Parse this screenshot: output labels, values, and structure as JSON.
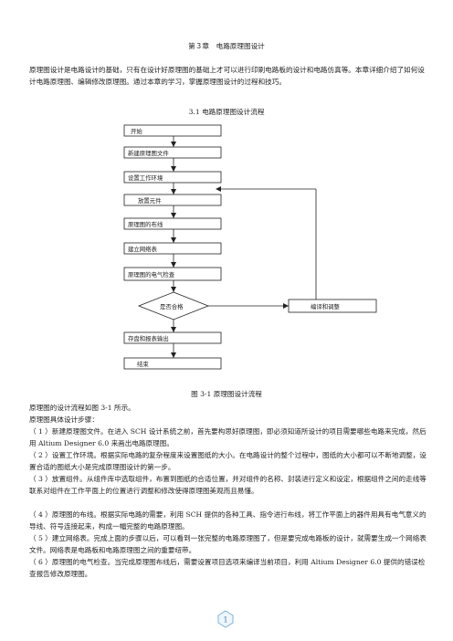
{
  "chapter_title": "第３章　电路原理图设计",
  "intro": "原理图设计是电路设计的基础，只有在设计好原理图的基础上才可以进行印刷电路板的设计和电路仿真等。本章详细介绍了如何设计电路原理图、编辑修改原理图。通过本章的学习，掌握原理图设计的过程和技巧。",
  "section_title": "3.1 电路原理图设计流程",
  "flowchart": {
    "steps": [
      "开始",
      "新建原理图文件",
      "设置工作环境",
      "放置元件",
      "原理图的布线",
      "建立网络表",
      "原理图的电气检查",
      "是否合格",
      "存盘和报表输出",
      "结束"
    ],
    "side": "编译和调整"
  },
  "figure_caption": "图 3-1 原理图设计流程",
  "paragraphs": [
    "原理图的设计流程如图 3-1 所示。",
    "原理图具体设计步骤：",
    "（ 1 ）新建原理图文件。在进入 SCH 设计系统之前，首先要构思好原理图，即必须知道所设计的项目需要哪些电路来完成，然后用 Altium Designer 6.0 来画出电路原理图。",
    "（ 2 ）设置工作环境。根据实际电路的复杂程度来设置图纸的大小。在电路设计的整个过程中，图纸的大小都可以不断地调整，设置合适的图纸大小是完成原理图设计的第一步。",
    "（ 3 ）放置组件。从组件库中选取组件，布置到图纸的合适位置，并对组件的名称、封装进行定义和设定，根据组件之间的走线等联系对组件在工作平面上的位置进行调整和修改使得原理图美观而且易懂。",
    "（ 4 ）原理图的布线。根据实际电路的需要，利用 SCH 提供的各种工具、指令进行布线，将工作平面上的器件用具有电气意义的导线、符号连接起来，构成一幅完整的电路原理图。",
    "（ 5 ）建立网络表。完成上面的步骤以后，可以看到一张完整的电路原理图了，但是要完成电路板的设计，就需要生成一个网络表文件。网络表是电路板和电路原理图之间的重要纽带。",
    "（ 6 ）原理图的电气检查。当完成原理图布线后，需要设置项目选项来编译当前项目，利用 Altium Designer 6.0 提供的错误检查报告修改原理图。"
  ],
  "page_number": "1"
}
